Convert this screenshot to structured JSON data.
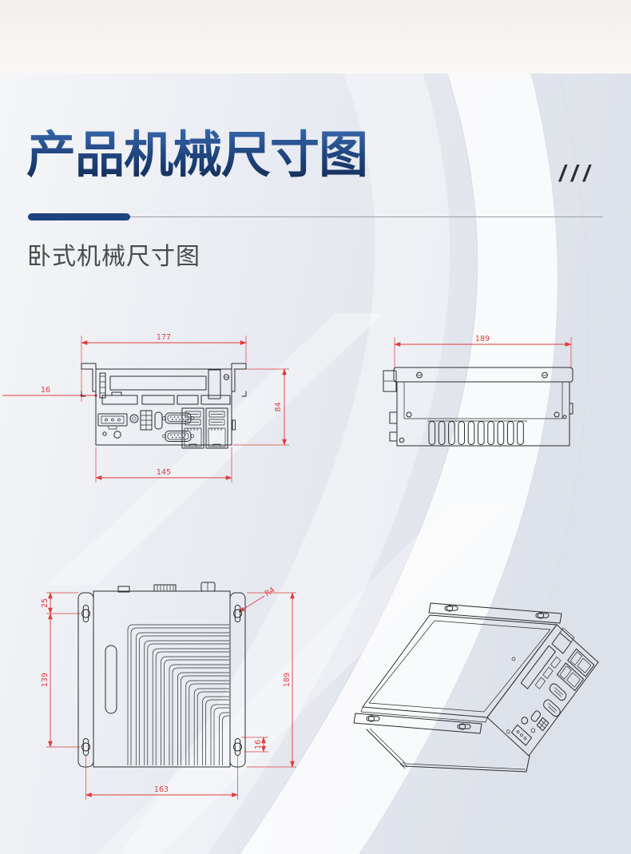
{
  "header": {
    "title": "产品机械尺寸图",
    "decor_slashes": "///",
    "subtitle": "卧式机械尺寸图"
  },
  "colors": {
    "title_gradient_top": "#3a6bb0",
    "title_gradient_bottom": "#12294d",
    "accent_bar": "#1e4480",
    "dimension_line_red": "#e03c3c",
    "drawing_line": "#2c2c2e",
    "background_top_band": "#f5f3f0",
    "background_main": "#e8ebf1"
  },
  "drawings": {
    "front_view": {
      "dim_total_width": "177",
      "dim_ear_offset": "16",
      "dim_height": "84",
      "dim_body_width": "145"
    },
    "side_view": {
      "dim_total_depth": "189"
    },
    "top_view": {
      "dim_ear_top_offset": "25",
      "dim_hole_span_left": "139",
      "dim_total_depth": "189",
      "dim_hole_bottom_offset": "16",
      "dim_hole_span_bottom": "163",
      "dim_corner_radius": "R4"
    }
  }
}
